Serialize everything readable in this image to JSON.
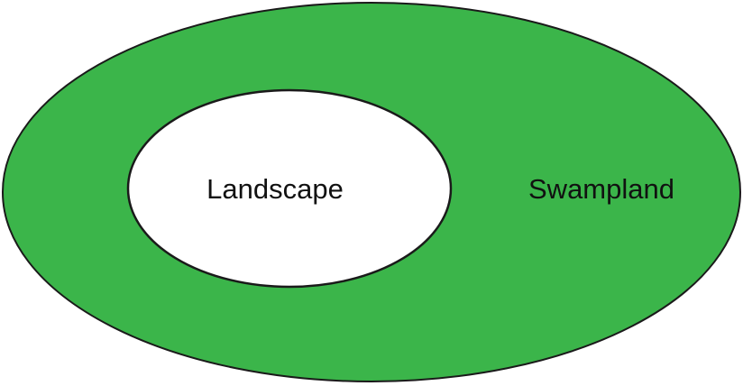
{
  "diagram": {
    "type": "nested-set",
    "outer_set": {
      "label": "Swampland",
      "fill": "#3bb54a",
      "stroke": "#1a1a1a"
    },
    "inner_set": {
      "label": "Landscape",
      "fill": "#ffffff",
      "stroke": "#1a1a1a"
    }
  }
}
